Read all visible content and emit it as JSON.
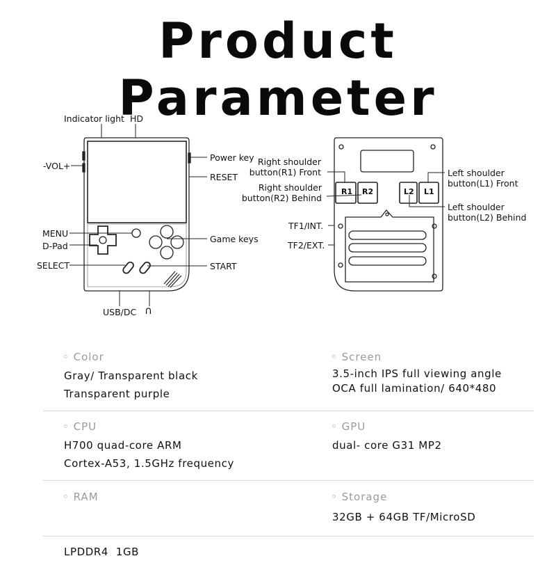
{
  "title": "Product Parameter",
  "front_labels": {
    "indicator": "Indicator light",
    "hd": "HD",
    "vol": "-VOL+",
    "power": "Power key",
    "reset": "RESET",
    "menu": "MENU",
    "dpad": "D-Pad",
    "select": "SELECT",
    "game_keys": "Game keys",
    "start": "START",
    "usb": "USB/DC",
    "headphone_icon": "headphone-icon"
  },
  "back_labels": {
    "r1": "Right shoulder\nbutton(R1) Front",
    "r2": "Right shoulder\nbutton(R2) Behind",
    "l1": "Left shoulder\nbutton(L1) Front",
    "l2": "Left shoulder\nbutton(L2) Behind",
    "tf1": "TF1/INT.",
    "tf2": "TF2/EXT.",
    "btn_r1": "R1",
    "btn_r2": "R2",
    "btn_l2": "L2",
    "btn_l1": "L1"
  },
  "specs": [
    {
      "label": "◦ Color",
      "lines": [
        "Gray/ Transparent black",
        "Transparent purple"
      ]
    },
    {
      "label": "◦ Screen",
      "lines": [
        "3.5-inch IPS full viewing angle",
        "OCA full lamination/ 640*480"
      ]
    },
    {
      "label": "◦ CPU",
      "lines": [
        "H700 quad-core ARM",
        "Cortex-A53, 1.5GHz frequency"
      ]
    },
    {
      "label": "◦ GPU",
      "lines": [
        "dual- core G31 MP2"
      ]
    },
    {
      "label": "◦ RAM",
      "lines": [
        "LPDDR4  1GB"
      ]
    },
    {
      "label": "◦ Storage",
      "lines": [
        "32GB + 64GB TF/MicroSD"
      ]
    }
  ]
}
